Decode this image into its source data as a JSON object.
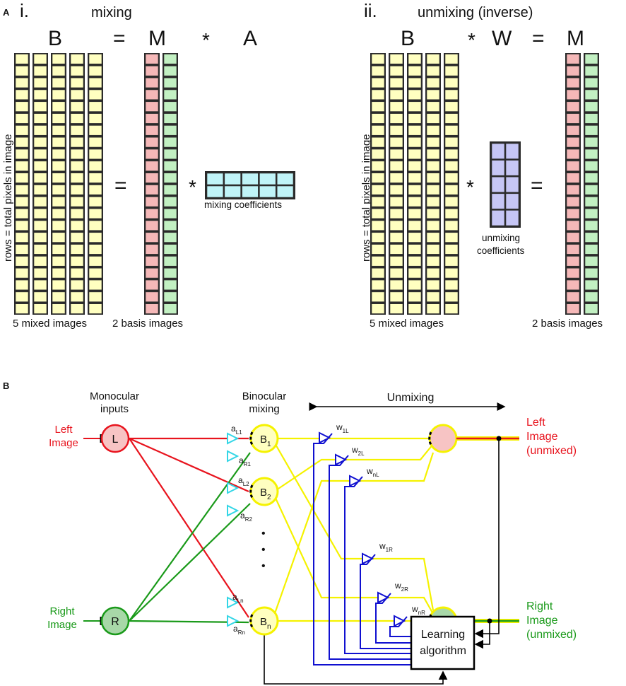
{
  "panel_a": {
    "label": "A",
    "mixing": {
      "numeral": "i.",
      "title": "mixing",
      "eq_b": "B",
      "eq_equals": "=",
      "eq_m": "M",
      "eq_star": "*",
      "eq_a": "A",
      "row_axis": "rows = total pixels in image",
      "mid_equals": "=",
      "mid_star": "*",
      "coef_label": "mixing coefficients",
      "mixed_label": "5 mixed images",
      "basis_label": "2 basis images"
    },
    "unmixing": {
      "numeral": "ii.",
      "title": "unmixing (inverse)",
      "eq_b": "B",
      "eq_star": "*",
      "eq_w": "W",
      "eq_equals": "=",
      "eq_m": "M",
      "row_axis": "rows = total pixels in image",
      "mid_star": "*",
      "mid_equals": "=",
      "coef_label_1": "unmixing",
      "coef_label_2": "coefficients",
      "mixed_label": "5 mixed images",
      "basis_label": "2 basis images"
    }
  },
  "panel_b": {
    "label": "B",
    "monocular_1": "Monocular",
    "monocular_2": "inputs",
    "binocular_1": "Binocular",
    "binocular_2": "mixing",
    "unmixing": "Unmixing",
    "left_image_1": "Left",
    "left_image_2": "Image",
    "right_image_1": "Right",
    "right_image_2": "Image",
    "node_l": "L",
    "node_r": "R",
    "b_nodes": [
      {
        "main": "B",
        "sub": "1"
      },
      {
        "main": "B",
        "sub": "2"
      },
      {
        "main": "B",
        "sub": "n"
      }
    ],
    "a_weights": [
      {
        "main": "a",
        "sub": "L1"
      },
      {
        "main": "a",
        "sub": "R1"
      },
      {
        "main": "a",
        "sub": "L2"
      },
      {
        "main": "a",
        "sub": "R2"
      },
      {
        "main": "a",
        "sub": "Ln"
      },
      {
        "main": "a",
        "sub": "Rn"
      }
    ],
    "w_weights": [
      {
        "main": "w",
        "sub": "1L"
      },
      {
        "main": "w",
        "sub": "2L"
      },
      {
        "main": "w",
        "sub": "nL"
      },
      {
        "main": "w",
        "sub": "1R"
      },
      {
        "main": "w",
        "sub": "2R"
      },
      {
        "main": "w",
        "sub": "nR"
      }
    ],
    "dots": "•",
    "learning_1": "Learning",
    "learning_2": "algorithm",
    "out_left_1": "Left",
    "out_left_2": "Image",
    "out_left_3": "(unmixed)",
    "out_right_1": "Right",
    "out_right_2": "Image",
    "out_right_3": "(unmixed)"
  },
  "colors": {
    "yellow_cell": "#ffffc0",
    "red_cell": "#f5b8b8",
    "green_cell": "#c2f0c2",
    "cyan_cell": "#c0f4f8",
    "purple_cell": "#c6c6f5",
    "left_red": "#e8141e",
    "right_green": "#1a9a1a",
    "mix_yellow": "#f5f200",
    "unmix_blue": "#1010d0",
    "cyan_tri": "#33d6e6"
  }
}
